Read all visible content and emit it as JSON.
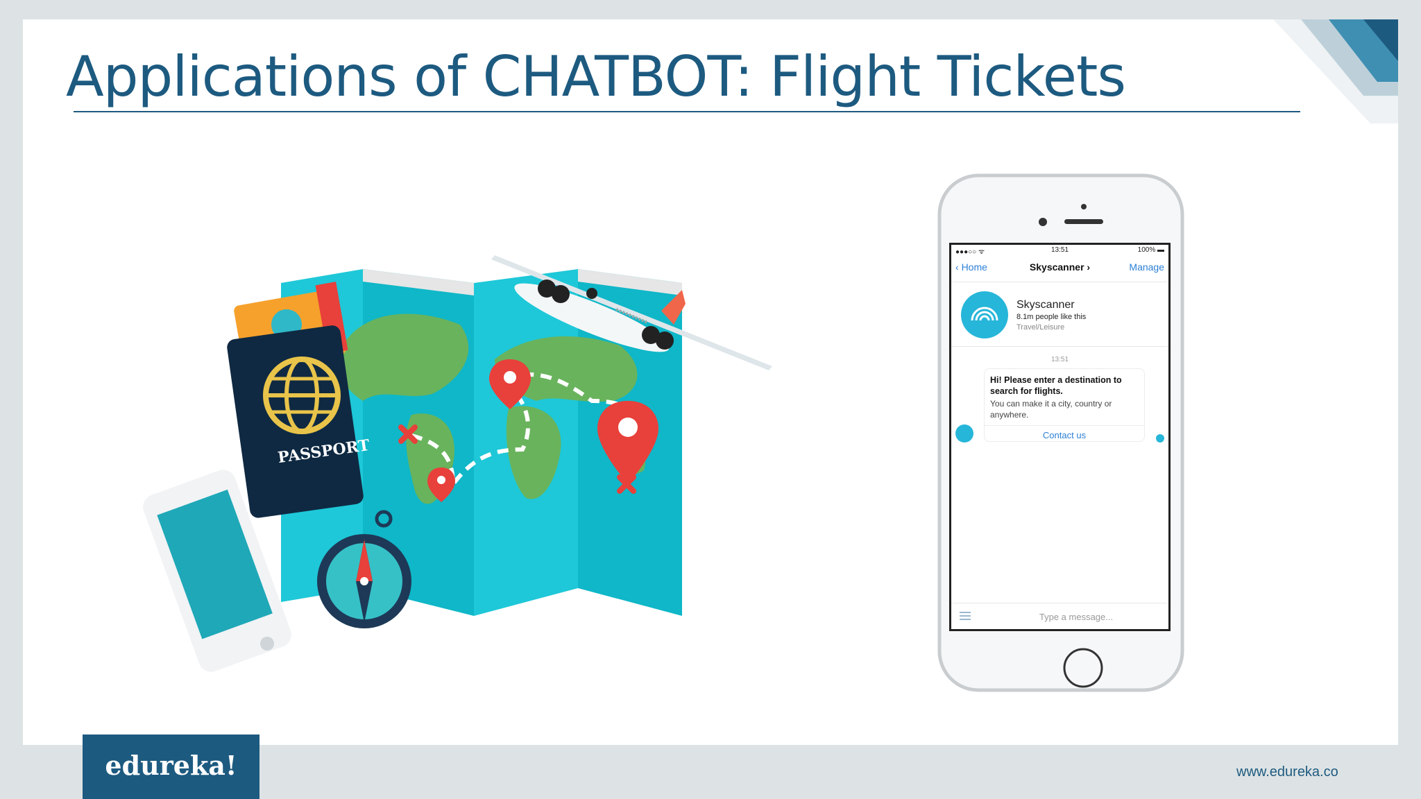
{
  "slide": {
    "title": "Applications of CHATBOT: Flight Tickets",
    "footer_logo": "edureka!",
    "website": "www.edureka.co"
  },
  "illustration": {
    "passport_label": "PASSPORT"
  },
  "phone": {
    "status": {
      "signal": "●●●○○ ᯤ",
      "time": "13:51",
      "battery": "100% ▬"
    },
    "nav": {
      "back_label": "Home",
      "title": "Skyscanner ›",
      "manage_label": "Manage"
    },
    "profile": {
      "name": "Skyscanner",
      "likes": "8.1m people like this",
      "category": "Travel/Leisure"
    },
    "chat": {
      "timestamp": "13:51",
      "message_bold": "Hi! Please enter a destination to search for flights.",
      "message_sub": "You can make it a city, country or anywhere.",
      "contact_button": "Contact us"
    },
    "composer": {
      "placeholder": "Type a message..."
    }
  },
  "colors": {
    "brand": "#1d5a80",
    "accent": "#26b6d9",
    "link": "#2b7fd6"
  }
}
